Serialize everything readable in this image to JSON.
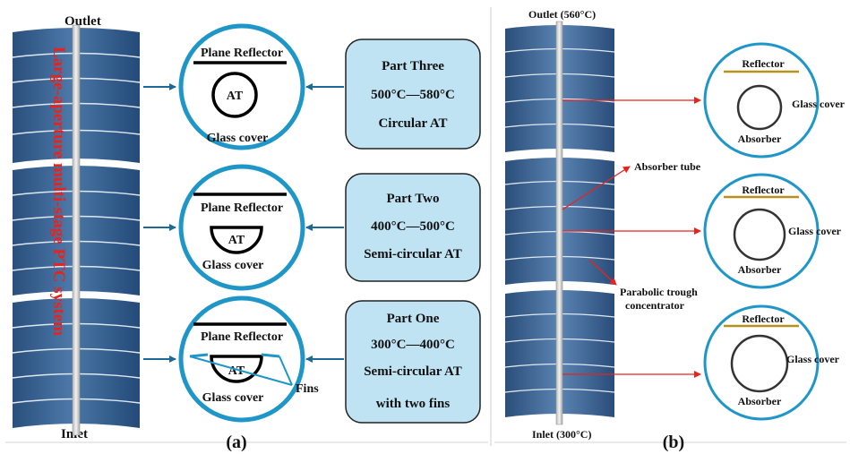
{
  "panel_a": {
    "outlet_label": "Outlet",
    "inlet_label": "Inlet",
    "vertical_title": "Large-aperture multi-stage PTC system",
    "caption": "(a)",
    "fins_label": "Fins",
    "stages": [
      {
        "reflector_label": "Plane Reflector",
        "tube_label": "AT",
        "glass_label": "Glass cover",
        "box_lines": [
          "Part Three",
          "500°C—580°C",
          "Circular AT"
        ]
      },
      {
        "reflector_label": "Plane Reflector",
        "tube_label": "AT",
        "glass_label": "Glass cover",
        "box_lines": [
          "Part Two",
          "400°C—500°C",
          "Semi-circular AT"
        ]
      },
      {
        "reflector_label": "Plane Reflector",
        "tube_label": "AT",
        "glass_label": "Glass cover",
        "box_lines": [
          "Part One",
          "300°C—400°C",
          "Semi-circular AT",
          "with two fins"
        ]
      }
    ]
  },
  "panel_b": {
    "outlet_label": "Outlet (560°C)",
    "inlet_label": "Inlet (300°C)",
    "caption": "(b)",
    "absorber_tube_label": "Absorber tube",
    "trough_label_line1": "Parabolic trough",
    "trough_label_line2": "concentrator",
    "stages": [
      {
        "reflector_label": "Reflector",
        "glass_label": "Glass cover",
        "absorber_label": "Absorber"
      },
      {
        "reflector_label": "Reflector",
        "glass_label": "Glass cover",
        "absorber_label": "Absorber"
      },
      {
        "reflector_label": "Reflector",
        "glass_label": "Glass cover",
        "absorber_label": "Absorber"
      }
    ]
  },
  "colors": {
    "panel_blue": "#2f5f92",
    "arrow_blue": "#1f6a94",
    "circle_blue": "#1e96c8",
    "box_fill": "#bfe3f3",
    "title_red": "#e8231e",
    "reflector_gold": "#b8911c",
    "leader_red": "#e8231e"
  }
}
